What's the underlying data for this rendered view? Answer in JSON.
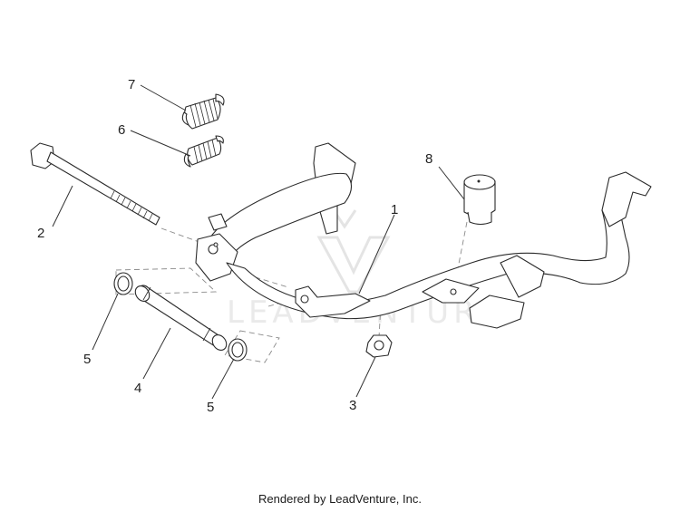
{
  "diagram": {
    "callouts": [
      {
        "id": "label-1",
        "text": "1"
      },
      {
        "id": "label-2",
        "text": "2"
      },
      {
        "id": "label-3",
        "text": "3"
      },
      {
        "id": "label-4",
        "text": "4"
      },
      {
        "id": "label-5a",
        "text": "5"
      },
      {
        "id": "label-5b",
        "text": "5"
      },
      {
        "id": "label-6",
        "text": "6"
      },
      {
        "id": "label-7",
        "text": "7"
      },
      {
        "id": "label-8",
        "text": "8"
      }
    ],
    "watermark": "LEADVENTURE",
    "footer": "Rendered by LeadVenture, Inc.",
    "colors": {
      "line": "#2b2b2b",
      "watermark": "#d9d9d9",
      "background": "#ffffff"
    }
  }
}
